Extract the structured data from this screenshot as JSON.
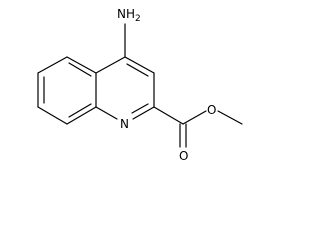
{
  "molecule": {
    "atom_labels": {
      "amine": "NH",
      "amine_subscript": "2",
      "ring_nitrogen": "N",
      "carbonyl_oxygen": "O",
      "ester_oxygen": "O"
    },
    "colors": {
      "bond": "#000000",
      "label": "#000000",
      "background": "#ffffff"
    }
  }
}
